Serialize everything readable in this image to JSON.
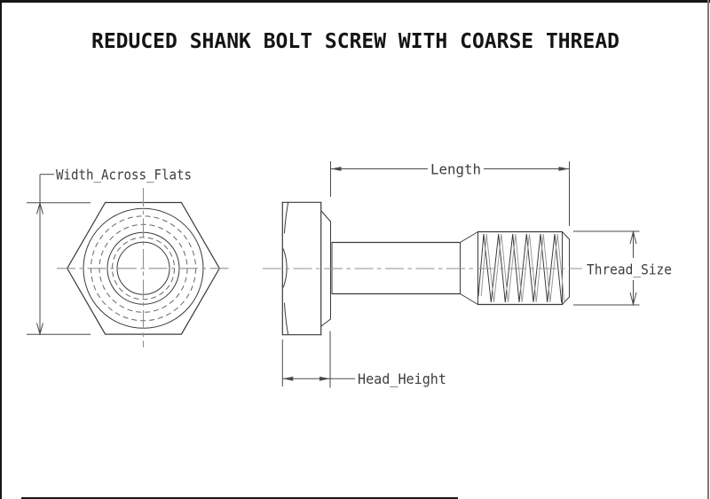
{
  "title": "REDUCED SHANK BOLT SCREW WITH COARSE THREAD",
  "dimensions": {
    "width_across_flats": "Width_Across_Flats",
    "length": "Length",
    "thread_size": "Thread_Size",
    "head_height": "Head_Height"
  },
  "colors": {
    "background": "#ffffff",
    "border": "#161616",
    "line": "#3a3a3a",
    "hidden_line": "#666666",
    "centerline": "#909090",
    "dim": "#4a4a4a"
  }
}
